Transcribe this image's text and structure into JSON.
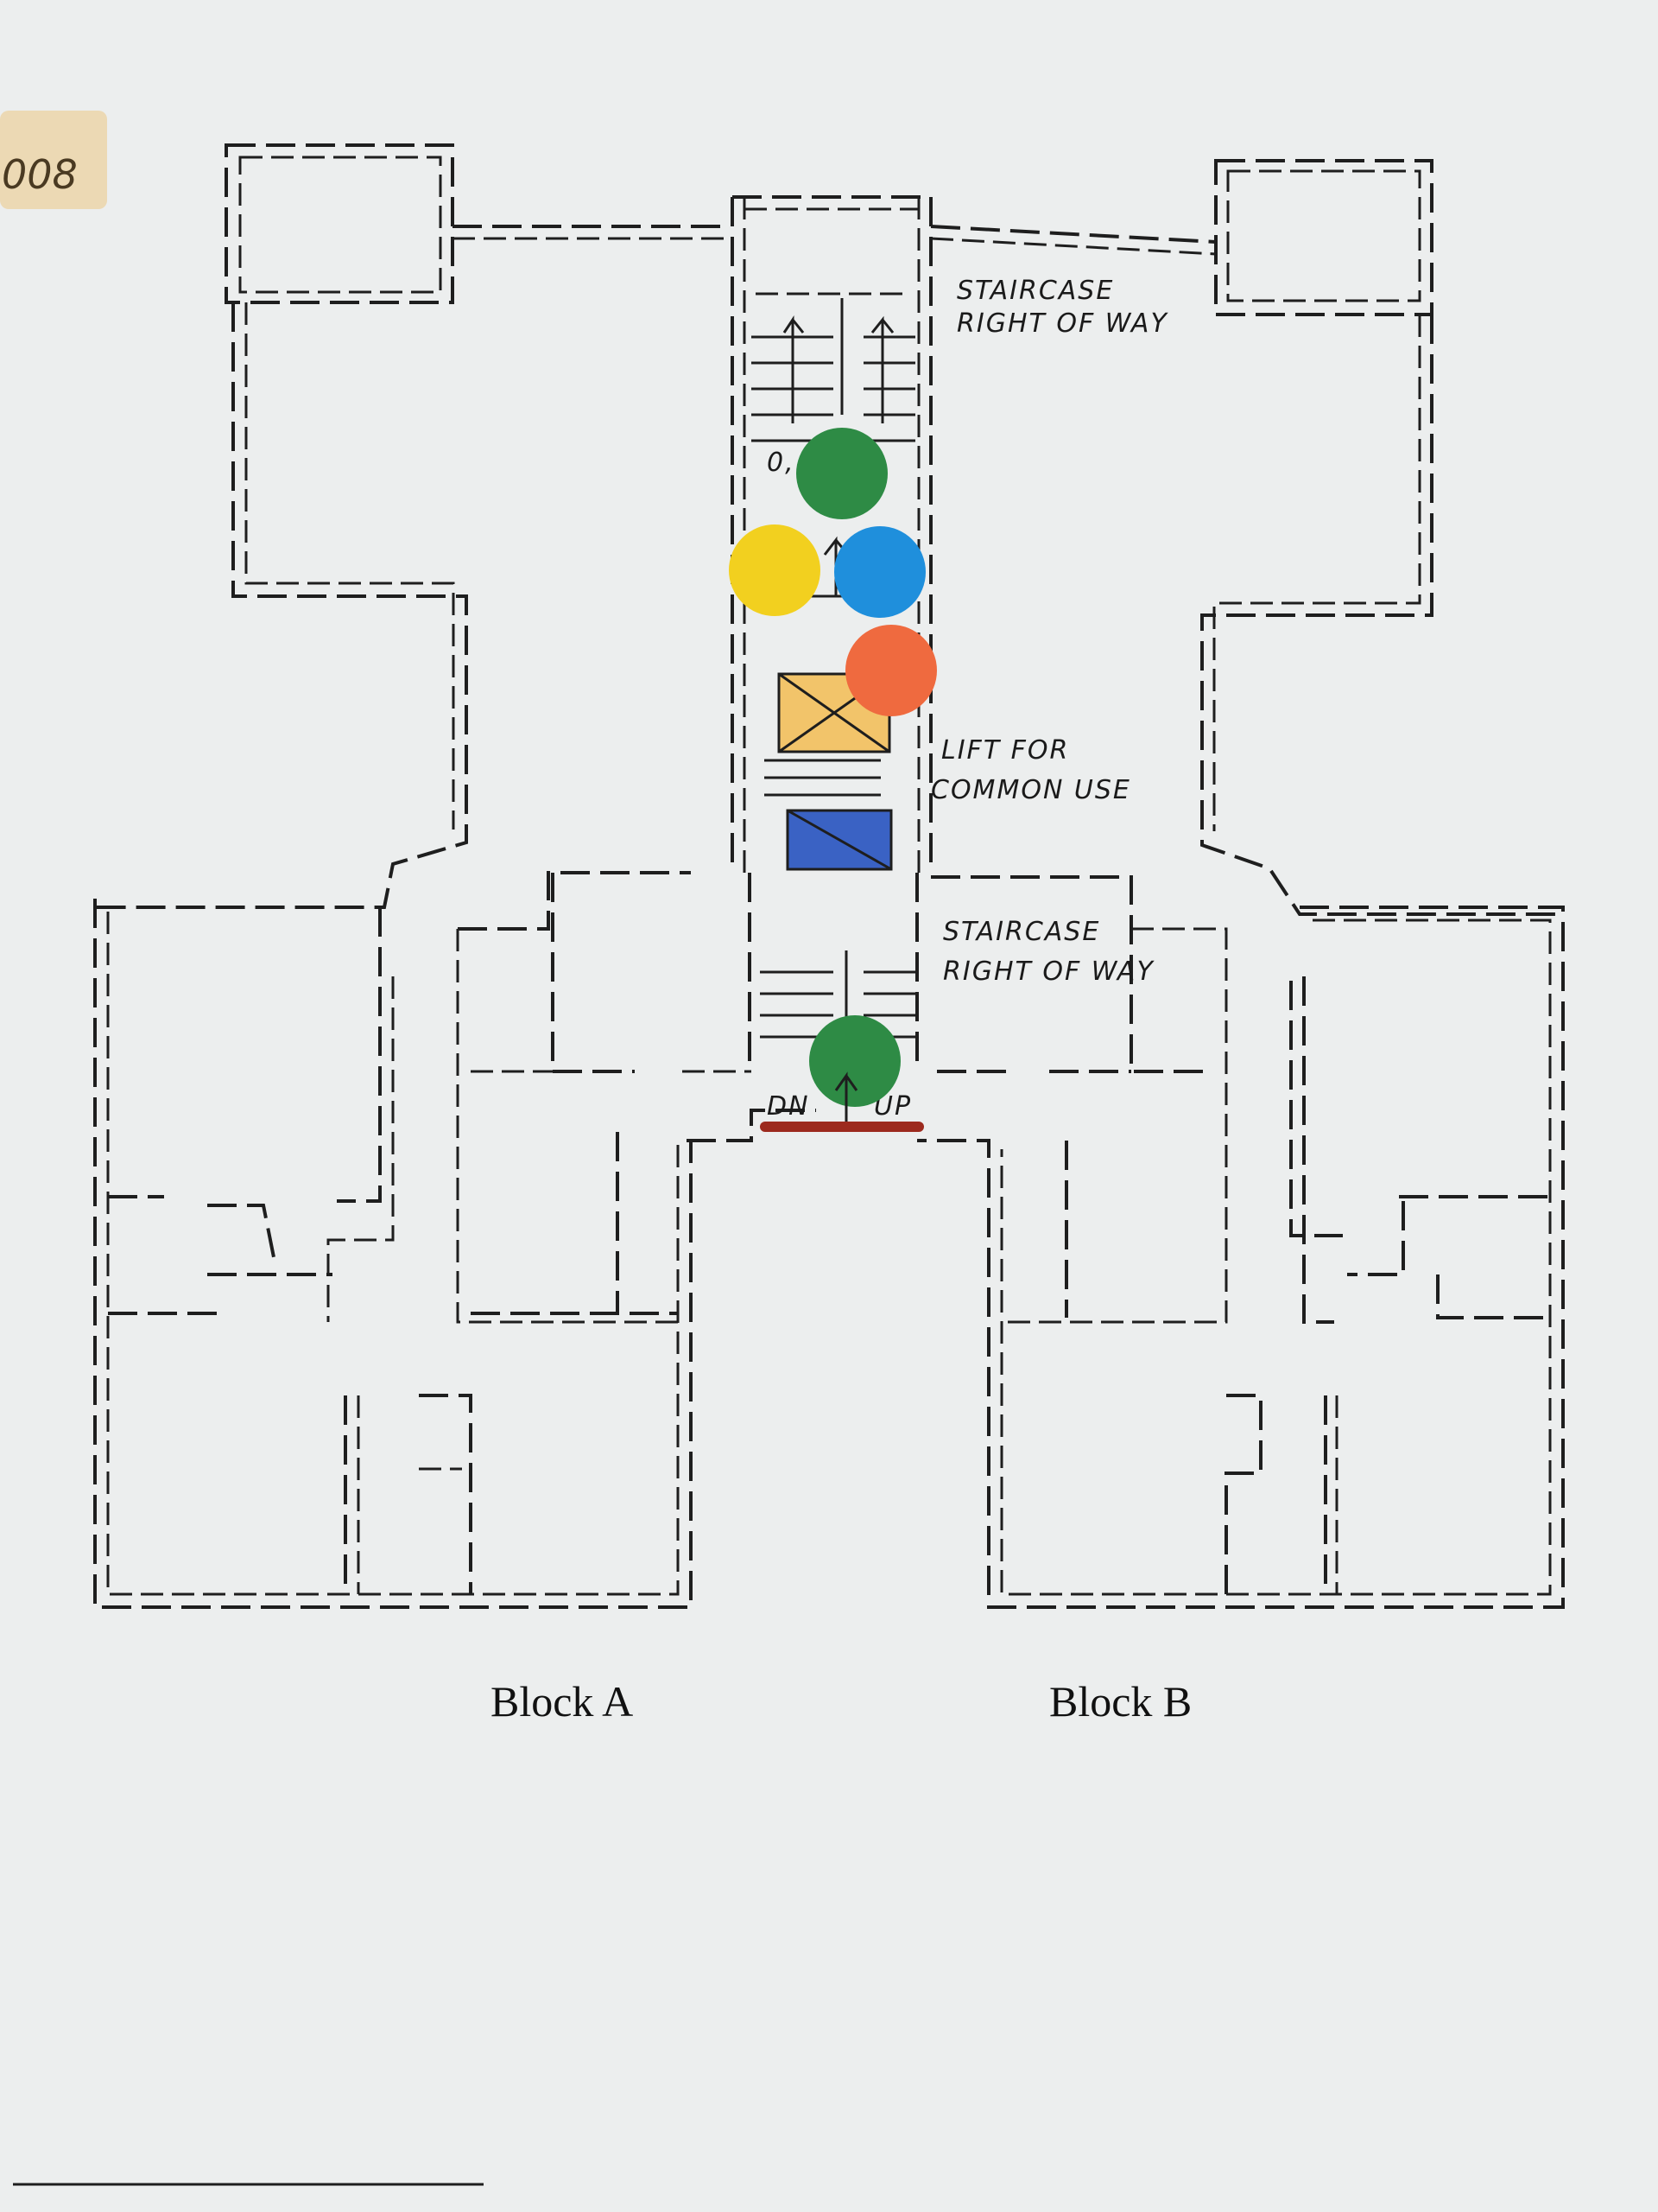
{
  "labels": {
    "staircase_top": [
      "STAIRCASE",
      "RIGHT OF WAY"
    ],
    "lift": [
      "LIFT FOR",
      "COMMON USE"
    ],
    "staircase_bottom": [
      "STAIRCASE",
      "RIGHT OF WAY"
    ],
    "down": "DN",
    "up": "UP",
    "zero_mark": "0,",
    "block_a": "Block A",
    "block_b": "Block B",
    "corner_tag": "008"
  },
  "markers": [
    {
      "name": "green-marker-top",
      "color": "#2e8b45"
    },
    {
      "name": "yellow-marker",
      "color": "#f2d01f"
    },
    {
      "name": "blue-marker",
      "color": "#1f8fdc"
    },
    {
      "name": "orange-marker",
      "color": "#ef6a3f"
    },
    {
      "name": "green-marker-bottom",
      "color": "#2e8b45"
    }
  ],
  "fills": {
    "lift_car_color": "#f2c46a",
    "lift_shaft_color": "#3a62c4",
    "threshold_color": "#9c2a1e",
    "tag_color": "#ecd9b4"
  }
}
